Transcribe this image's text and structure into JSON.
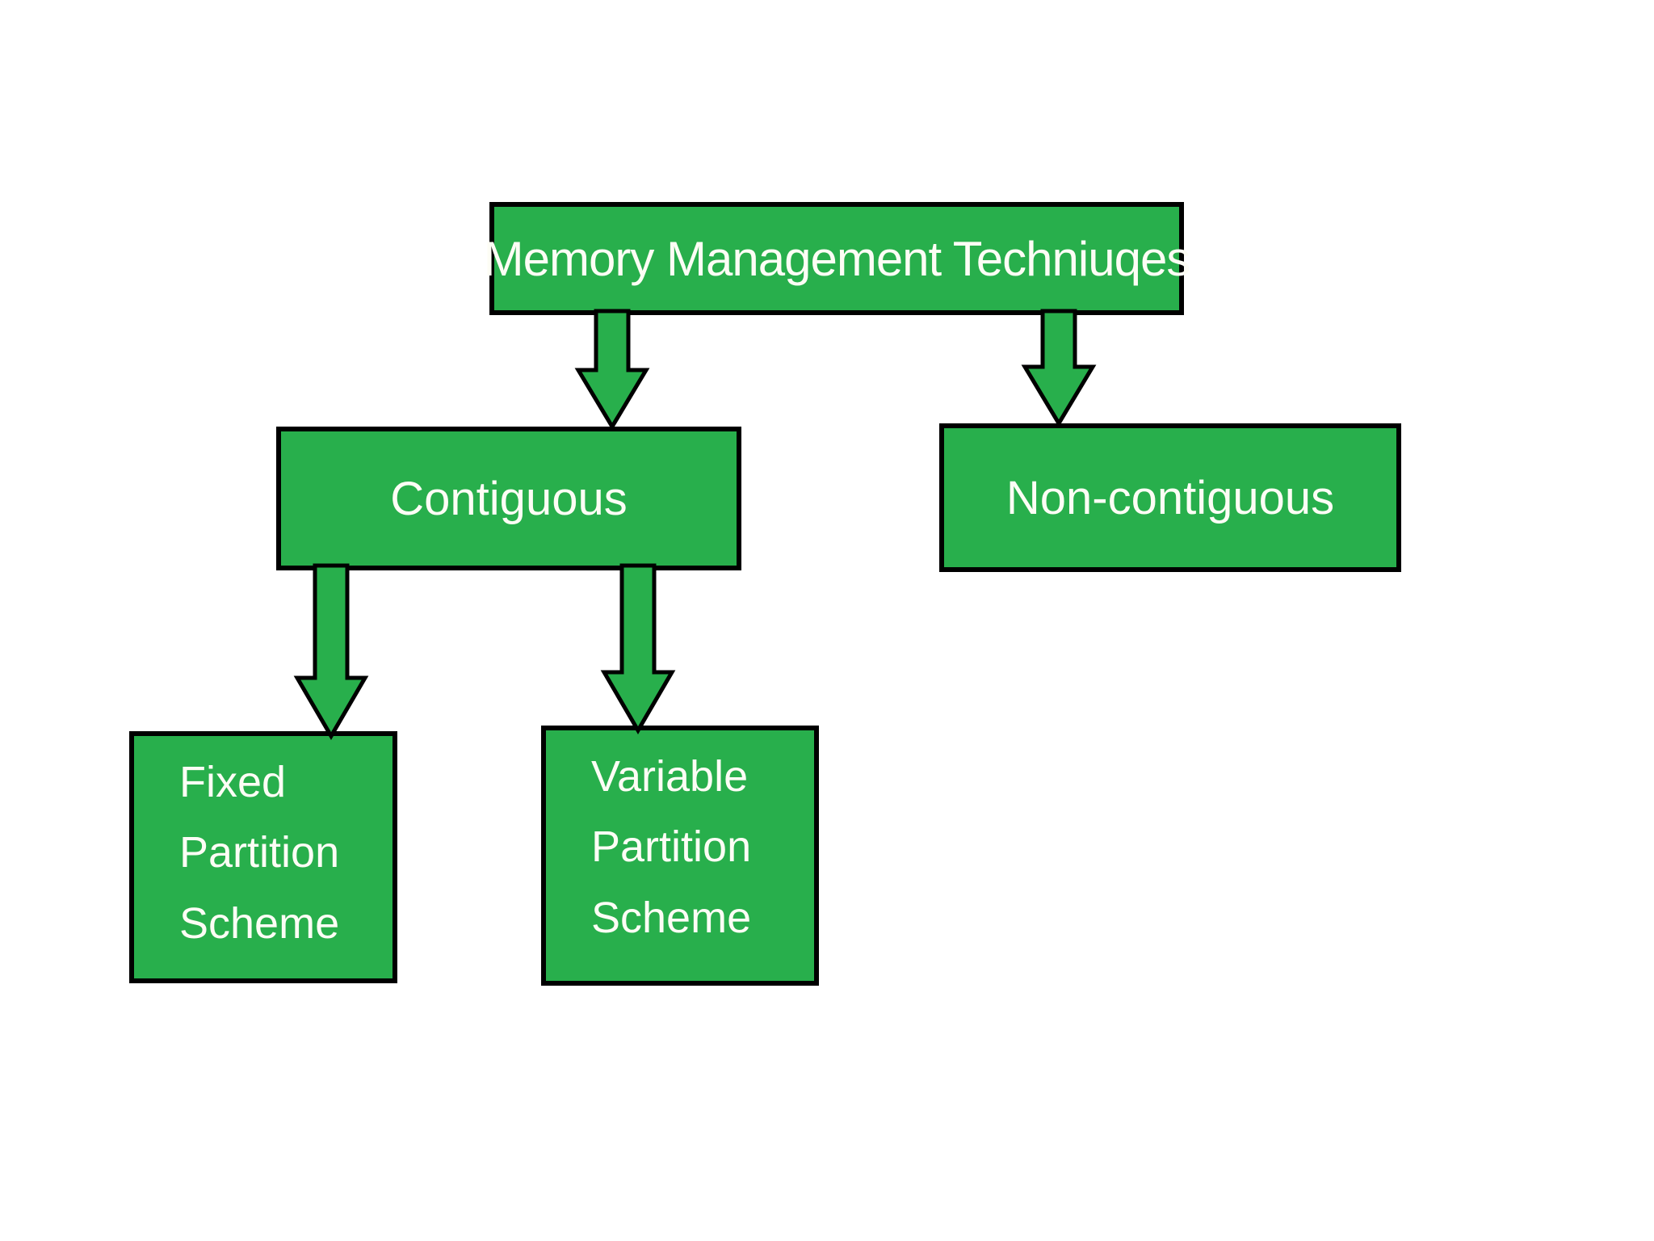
{
  "diagram": {
    "type": "flowchart",
    "background": "#ffffff",
    "node_fill": "#28af4c",
    "node_border": "#000000",
    "text_color": "#fdfdf5",
    "nodes": [
      {
        "id": "root",
        "label": "Memory Management Techniuqes"
      },
      {
        "id": "contiguous",
        "label": "Contiguous"
      },
      {
        "id": "non-contiguous",
        "label": "Non-contiguous"
      },
      {
        "id": "fixed",
        "label": "Fixed Partition Scheme"
      },
      {
        "id": "variable",
        "label": "Variable Partition Scheme"
      }
    ],
    "edges": [
      {
        "from": "root",
        "to": "contiguous"
      },
      {
        "from": "root",
        "to": "non-contiguous"
      },
      {
        "from": "contiguous",
        "to": "fixed"
      },
      {
        "from": "contiguous",
        "to": "variable"
      }
    ]
  }
}
